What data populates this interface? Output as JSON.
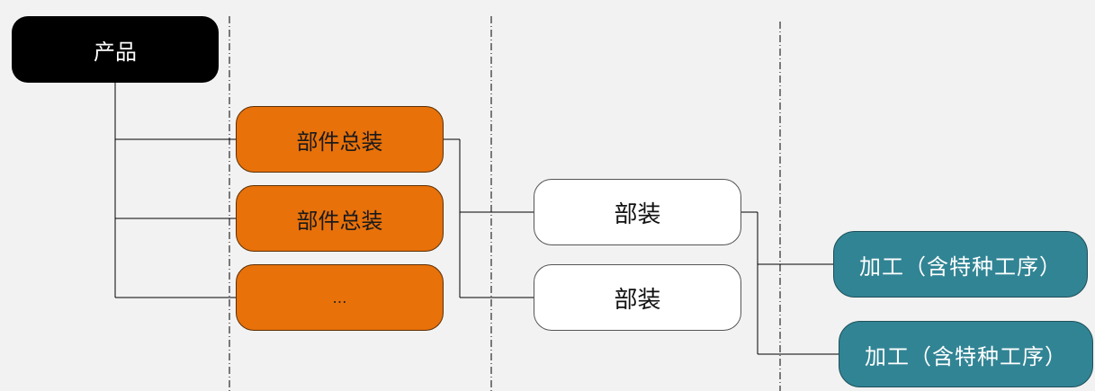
{
  "diagram": {
    "type": "process-tree",
    "colors": {
      "background": "#f2f2f2",
      "product_fill": "#000000",
      "assembly_fill": "#e8710a",
      "sub_assembly_fill": "#ffffff",
      "process_fill": "#318494",
      "connector": "#000000"
    },
    "product": {
      "label": "产品"
    },
    "assemblies": [
      {
        "label": "部件总装"
      },
      {
        "label": "部件总装"
      },
      {
        "label": "…"
      }
    ],
    "sub_assemblies": [
      {
        "label": "部装"
      },
      {
        "label": "部装"
      }
    ],
    "processes": [
      {
        "label": "加工（含特种工序）"
      },
      {
        "label": "加工（含特种工序）"
      }
    ]
  }
}
